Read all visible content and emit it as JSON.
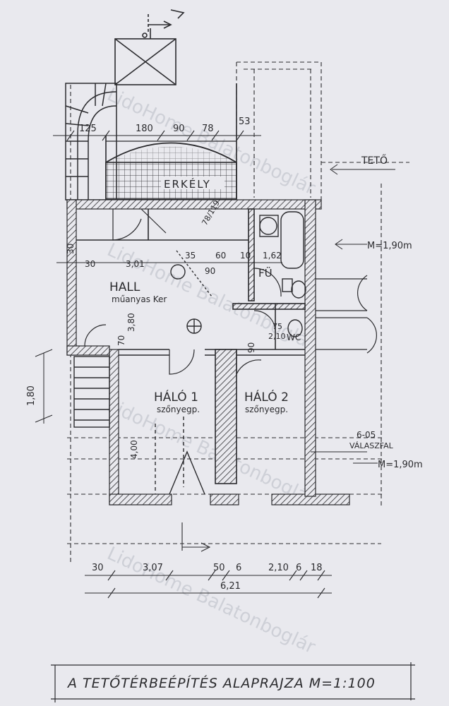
{
  "title": "A TETŐTÉRBEÉPÍTÉS ALAPRAJZA M=1:100",
  "watermark": "LidoHome Balatonboglár",
  "rooms": {
    "balcony": "ERKÉLY",
    "hall": "HALL",
    "hall_sub": "műanyas Ker",
    "bath": "FÜ",
    "wc": "WC",
    "bed1": "HÁLÓ 1",
    "bed1_sub": "szőnyegp.",
    "bed2": "HÁLÓ 2",
    "bed2_sub": "szőnyegp."
  },
  "annotations": {
    "teto": "TETŐ",
    "m190_top": "M=1,90m",
    "wall_note_1": "6-05",
    "wall_note_2": "VÁLASZFAL",
    "m190_right": "M=1,90m",
    "stair_size": "78/119",
    "dim_180_side": "1,80",
    "dim_ceiling": "3,80"
  },
  "top_dims": [
    "125",
    "180",
    "90",
    "78",
    "53"
  ],
  "inner_dims": [
    "35",
    "60",
    "10",
    "1,62",
    "30",
    "3,01",
    "90",
    "70",
    "30",
    "75",
    "2,10",
    "90",
    "4,00"
  ],
  "bottom_dims": [
    "30",
    "3,07",
    "50",
    "6",
    "2,10",
    "6",
    "18"
  ],
  "bottom_total": "6,21",
  "colors": {
    "ink": "#2b2b2e",
    "paper": "#e9e9ee",
    "watermark": "#b9bcc6"
  }
}
